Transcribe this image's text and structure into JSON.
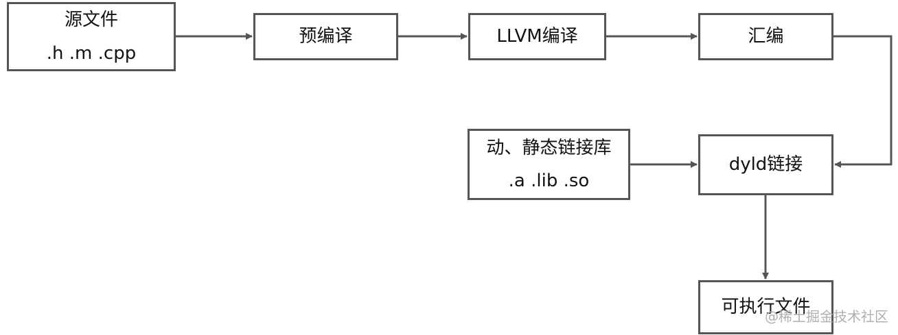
{
  "nodes": {
    "source": {
      "line1": "源文件",
      "line2": ".h .m .cpp"
    },
    "preprocess": {
      "label": "预编译"
    },
    "llvm": {
      "label": "LLVM编译"
    },
    "assemble": {
      "label": "汇编"
    },
    "libs": {
      "line1": "动、静态链接库",
      "line2": ".a .lib .so"
    },
    "dyld": {
      "label": "dyld链接"
    },
    "executable": {
      "label": "可执行文件"
    }
  },
  "watermark": "@稀土掘金技术社区",
  "colors": {
    "stroke": "#555555",
    "text": "#111111",
    "watermark": "#b0b0b0"
  }
}
